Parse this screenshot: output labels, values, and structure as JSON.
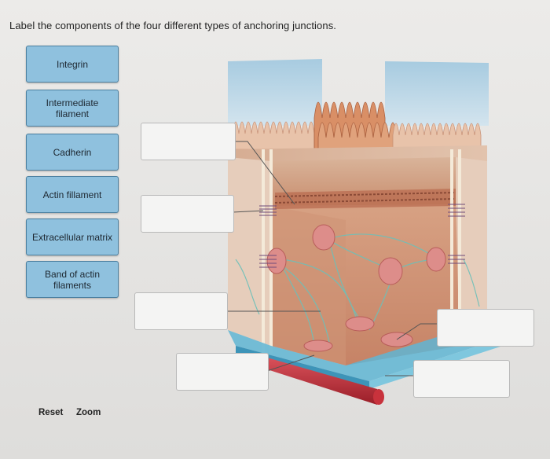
{
  "question": "Label the components of the four different types of anchoring junctions.",
  "label_tiles": [
    "Integrin",
    "Intermediate filament",
    "Cadherin",
    "Actin fillament",
    "Extracellular matrix",
    "Band of actin filaments"
  ],
  "controls": {
    "reset": "Reset",
    "zoom": "Zoom"
  },
  "colors": {
    "tile_fill": "#8fc1de",
    "tile_border": "#4b7f9f",
    "dropzone_fill": "#f4f4f3"
  }
}
